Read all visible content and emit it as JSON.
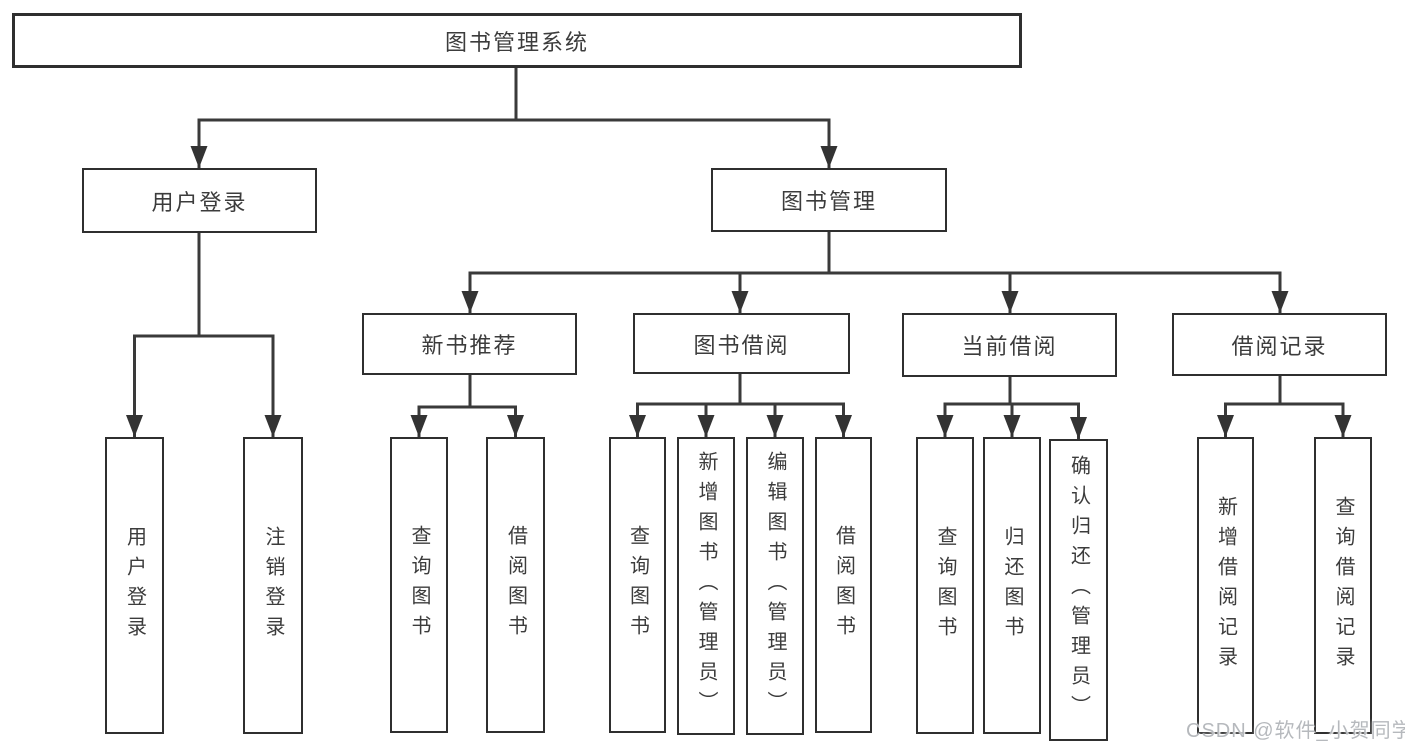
{
  "diagram": {
    "type": "function-structure-tree",
    "title": "图书管理系统"
  },
  "nodes": {
    "root": "图书管理系统",
    "user_login": "用户登录",
    "book_mgmt": "图书管理",
    "new_book_rec": "新书推荐",
    "book_borrow": "图书借阅",
    "current_borrow": "当前借阅",
    "borrow_records": "借阅记录",
    "leaf_user_login": "用户登录",
    "leaf_logout": "注销登录",
    "nb_query_book": "查询图书",
    "nb_borrow_book": "借阅图书",
    "bb_query_book": "查询图书",
    "bb_add_book": "新增图书（管理员）",
    "bb_edit_book": "编辑图书（管理员）",
    "bb_borrow_book": "借阅图书",
    "cb_query_book": "查询图书",
    "cb_return_book": "归还图书",
    "cb_confirm_return": "确认归还（管理员）",
    "br_add_record": "新增借阅记录",
    "br_query_record": "查询借阅记录"
  },
  "watermark": "CSDN @软件_小贺同学",
  "colors": {
    "background": "#ffffff",
    "line": "#3a3a3a",
    "box_border": "#2f2f2f",
    "text": "#3c3c3c",
    "watermark": "#b6b9bd"
  }
}
